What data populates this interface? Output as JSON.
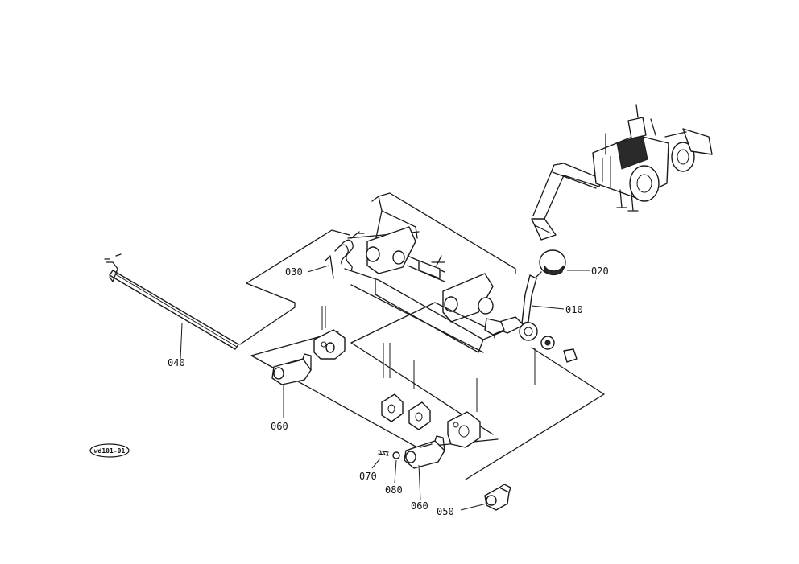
{
  "diagram_code": "wd101-01",
  "callouts": [
    {
      "id": "p010",
      "label": "010",
      "part": "shift lever"
    },
    {
      "id": "p020",
      "label": "020",
      "part": "knob"
    },
    {
      "id": "p030",
      "label": "030",
      "part": "spring"
    },
    {
      "id": "p040",
      "label": "040",
      "part": "rod"
    },
    {
      "id": "p050",
      "label": "050",
      "part": "joint"
    },
    {
      "id": "p060a",
      "label": "060",
      "part": "clevis"
    },
    {
      "id": "p060b",
      "label": "060",
      "part": "clevis"
    },
    {
      "id": "p070",
      "label": "070",
      "part": "pin"
    },
    {
      "id": "p080",
      "label": "080",
      "part": "washer"
    }
  ]
}
